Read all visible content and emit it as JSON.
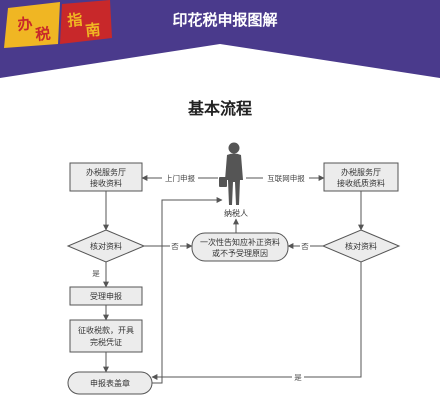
{
  "banner": {
    "tag_char_1": "办",
    "tag_char_2": "税",
    "tag_char_3": "指",
    "tag_char_4": "南",
    "title": "印花税申报图解",
    "colors": {
      "purple": "#4a3a8c",
      "yellow": "#f0b623",
      "red": "#c8282a"
    }
  },
  "section_title": "基本流程",
  "person_label": "纳税人",
  "nodes": {
    "left_intake": [
      "办税服务厅",
      "接收资料"
    ],
    "right_intake": [
      "办税服务厅",
      "接收纸质资料"
    ],
    "left_check": "核对资料",
    "right_check": "核对资料",
    "notify": [
      "一次性告知应补正资料",
      "或不予受理原因"
    ],
    "accept": "受理申报",
    "collect": [
      "征收税款，开具",
      "完税凭证"
    ],
    "stamp": "申报表盖章"
  },
  "edge_labels": {
    "onsite": "上门申报",
    "online": "互联网申报",
    "no_left": "否",
    "no_right": "否",
    "yes_left": "是",
    "yes_bottom": "是"
  }
}
